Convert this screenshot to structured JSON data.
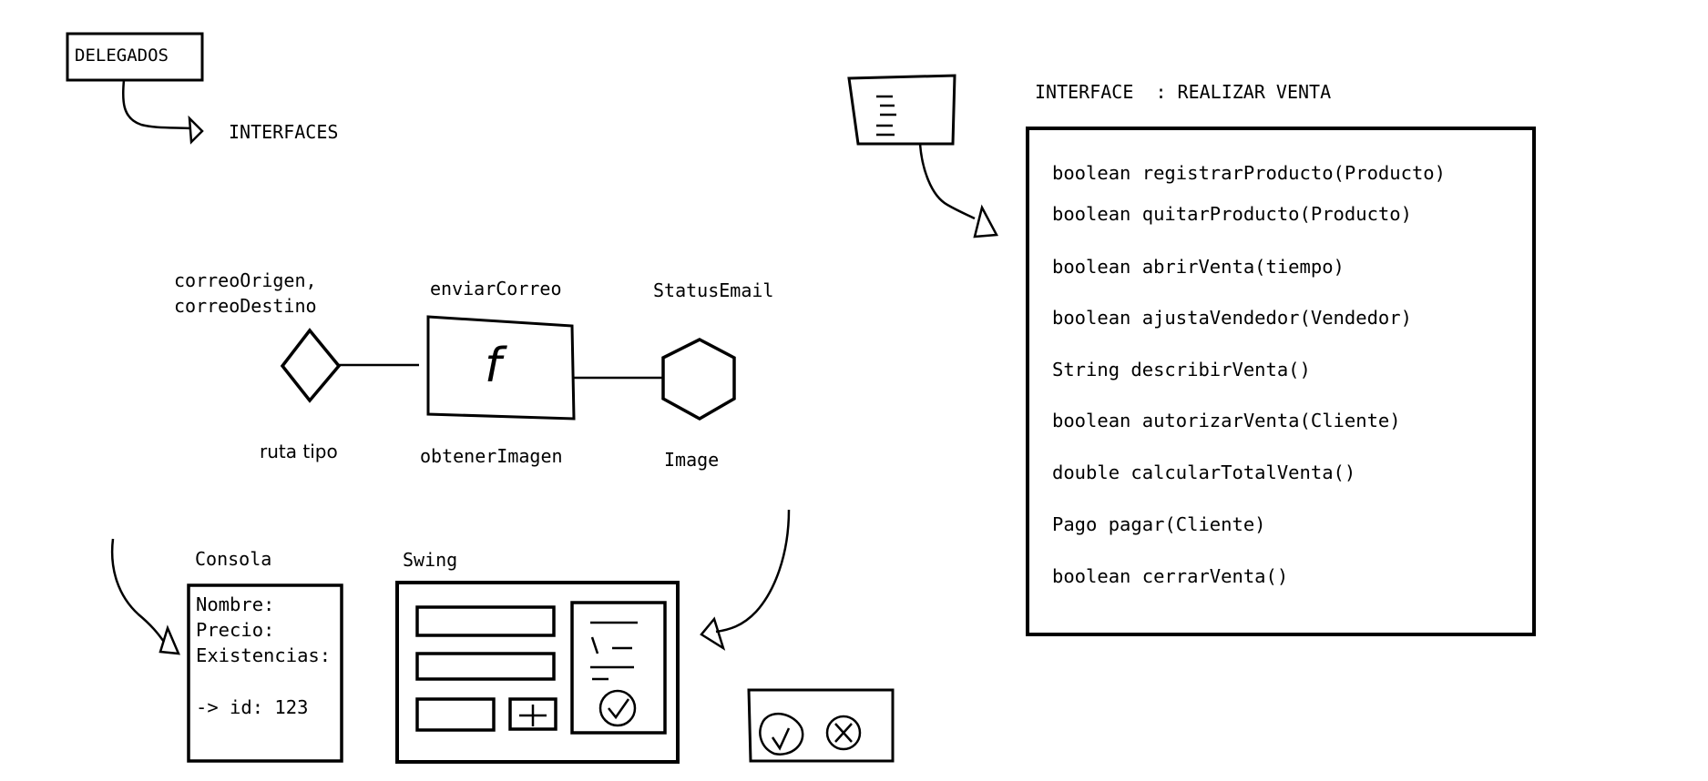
{
  "delegados": {
    "title": "DELEGADOS",
    "interfaces_label": "INTERFACES"
  },
  "function_diagram": {
    "input_label_line1": "correoOrigen,",
    "input_label_line2": "correoDestino",
    "input_bottom_label": "ruta tipo",
    "function_top_label": "enviarCorreo",
    "function_symbol": "f",
    "function_bottom_label": "obtenerImagen",
    "output_top_label": "StatusEmail",
    "output_bottom_label": "Image"
  },
  "interface_panel": {
    "title": "INTERFACE  : REALIZAR VENTA",
    "methods": [
      "boolean registrarProducto(Producto)",
      "boolean quitarProducto(Producto)",
      "boolean abrirVenta(tiempo)",
      "boolean ajustaVendedor(Vendedor)",
      "String describirVenta()",
      "boolean autorizarVenta(Cliente)",
      "double calcularTotalVenta()",
      "Pago pagar(Cliente)",
      "boolean cerrarVenta()"
    ]
  },
  "consola": {
    "title": "Consola",
    "lines": [
      "Nombre:",
      "Precio:",
      "Existencias:",
      "",
      "-> id: 123"
    ]
  },
  "swing": {
    "title": "Swing",
    "add_symbol": "+"
  }
}
